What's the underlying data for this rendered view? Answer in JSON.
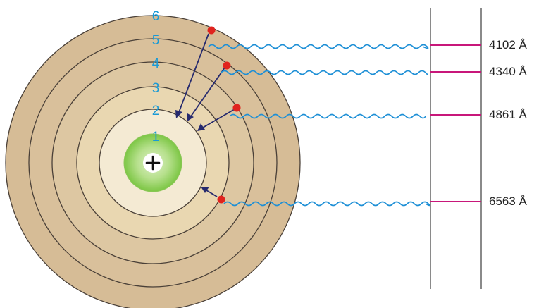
{
  "colors": {
    "shell_outer": "#d6bc96",
    "shell_inner": "#e9d7b1",
    "shell_core": "#f4ead3",
    "shell_stroke": "#4a4038",
    "nucleus_outer": "#7cc644",
    "nucleus_inner": "#dff0c8",
    "electron": "#e0231e",
    "arrow": "#262a6e",
    "wave": "#1d8fd6",
    "spectral_line": "#c8177a",
    "rail": "#8a8a8a",
    "label_blue": "#1a9ad6"
  },
  "nucleus": {
    "symbol": "+",
    "icon": "plus-icon"
  },
  "shell_labels": [
    "1",
    "2",
    "3",
    "4",
    "5",
    "6"
  ],
  "transitions": [
    {
      "from": "6",
      "to": "2",
      "wavelength": "4102 Å"
    },
    {
      "from": "5",
      "to": "2",
      "wavelength": "4340 Å"
    },
    {
      "from": "4",
      "to": "2",
      "wavelength": "4861 Å"
    },
    {
      "from": "3",
      "to": "2",
      "wavelength": "6563 Å"
    }
  ]
}
